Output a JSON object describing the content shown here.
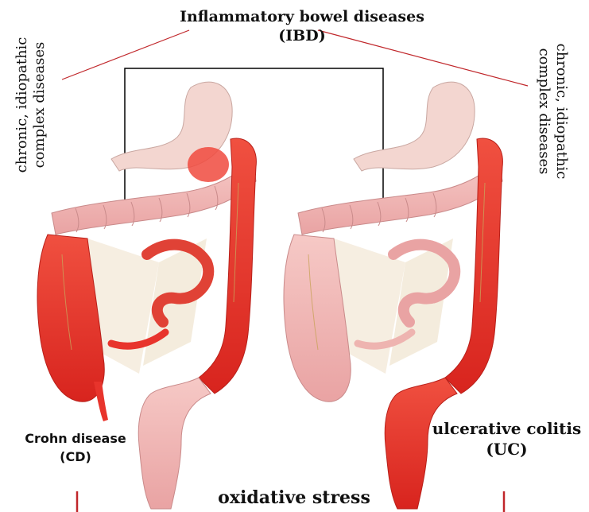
{
  "title": {
    "line1": "Inflammatory bowel diseases",
    "line2": "(IBD)"
  },
  "side_note_left": {
    "line1": "chronic, idiopathic",
    "line2": "complex diseases"
  },
  "side_note_right": {
    "line1": "chronic, idiopathic",
    "line2": "complex diseases"
  },
  "crohn": {
    "line1": "Crohn disease",
    "line2": "(CD)"
  },
  "colitis": {
    "line1": "ulcerative colitis",
    "line2": "(UC)"
  },
  "footer": {
    "label": "oxidative stress"
  },
  "colors": {
    "connector_line": "#c0262a",
    "bracket": "#000000",
    "inflamed_red": "#e8342c",
    "healthy_pink": "#efb3b3",
    "stomach_pink": "#f3d6d0"
  },
  "illustrations": [
    {
      "name": "crohn-colon-illustration",
      "icon": "large-intestine-patchy-inflammation"
    },
    {
      "name": "colitis-colon-illustration",
      "icon": "large-intestine-continuous-inflammation"
    }
  ]
}
